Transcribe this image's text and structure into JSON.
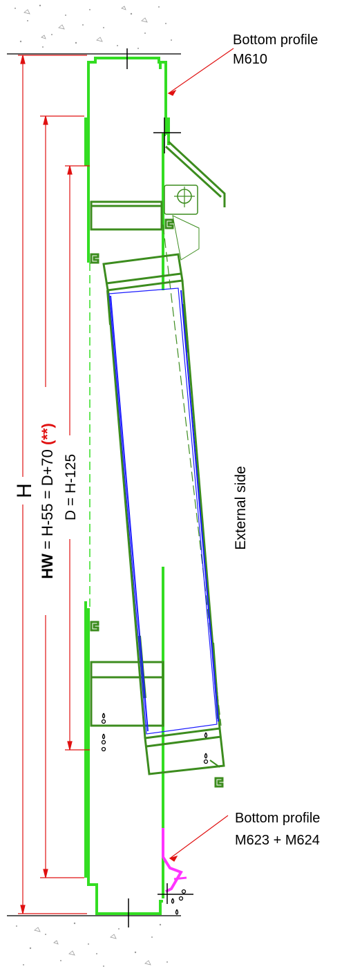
{
  "labels": {
    "top_profile_line1": "Bottom profile",
    "top_profile_line2": "M610",
    "bottom_profile_line1": "Bottom profile",
    "bottom_profile_line2": "M623 + M624",
    "external_side": "External side"
  },
  "dimensions": {
    "overall": "H",
    "hw_prefix": "HW",
    "hw_formula": " = H-55 = D+70 ",
    "hw_note": "(**)",
    "d_formula": "D = H-125"
  },
  "colors": {
    "frame": "#33dd22",
    "sash": "#3c8c1e",
    "glass": "#1a1aff",
    "dimension": "#e01010",
    "seal": "#ff33ff",
    "concrete": "#9a9a9a"
  }
}
